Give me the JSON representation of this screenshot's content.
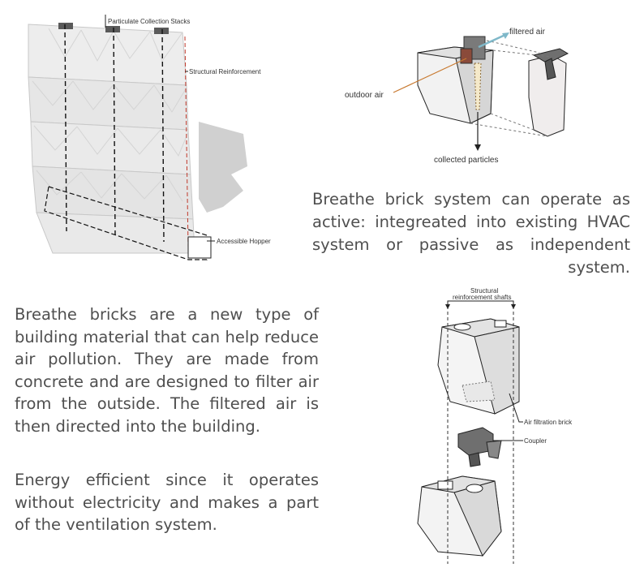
{
  "wall": {
    "label_stacks": "Particulate Collection Stacks",
    "label_reinforcement": "Structural Reinforcement",
    "label_hopper": "Accessible Hopper"
  },
  "flow": {
    "label_filtered": "filtered air",
    "label_outdoor": "outdoor air",
    "label_particles": "collected particles"
  },
  "exploded": {
    "label_shafts_1": "Structural",
    "label_shafts_2": "reinforcement shafts",
    "label_brick": "Air filtration brick",
    "label_coupler": "Coupler"
  },
  "text": {
    "system_note": "Breathe brick system can operate as active: integreated into existing HVAC system or passive as independent system.",
    "intro": "Breathe bricks are a new type of building material that can help reduce air pollution. They are made from concrete and are designed to filter air from the outside. The filtered air is then directed into the building.",
    "energy": "Energy efficient since it operates without electricity and makes a part of the ventilation system."
  },
  "colors": {
    "accent_red": "#c0392b",
    "filtered_blue": "#7fb8c9",
    "outdoor_orange": "#c8792f",
    "coupler_gray": "#6f6f6f",
    "brick_face": "#eeeeee"
  }
}
